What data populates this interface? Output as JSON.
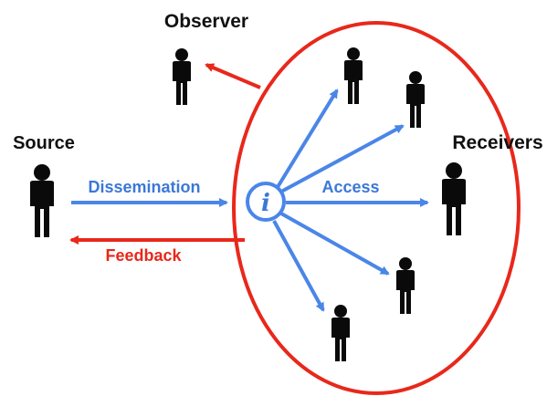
{
  "labels": {
    "source": "Source",
    "observer": "Observer",
    "receivers": "Receivers",
    "dissemination": "Dissemination",
    "access": "Access",
    "feedback": "Feedback",
    "info_symbol": "i"
  },
  "colors": {
    "ellipse": "#e8281b",
    "blue_arrow": "#4a86e8",
    "red_arrow": "#e8281b",
    "person": "#0a0a0a",
    "label_blue": "#3b78d8",
    "label_red": "#e8281b",
    "label_black": "#111111",
    "info_blue": "#3b78d8"
  },
  "icons": {
    "person": "person-silhouette-icon",
    "info": "info-circle-icon"
  }
}
